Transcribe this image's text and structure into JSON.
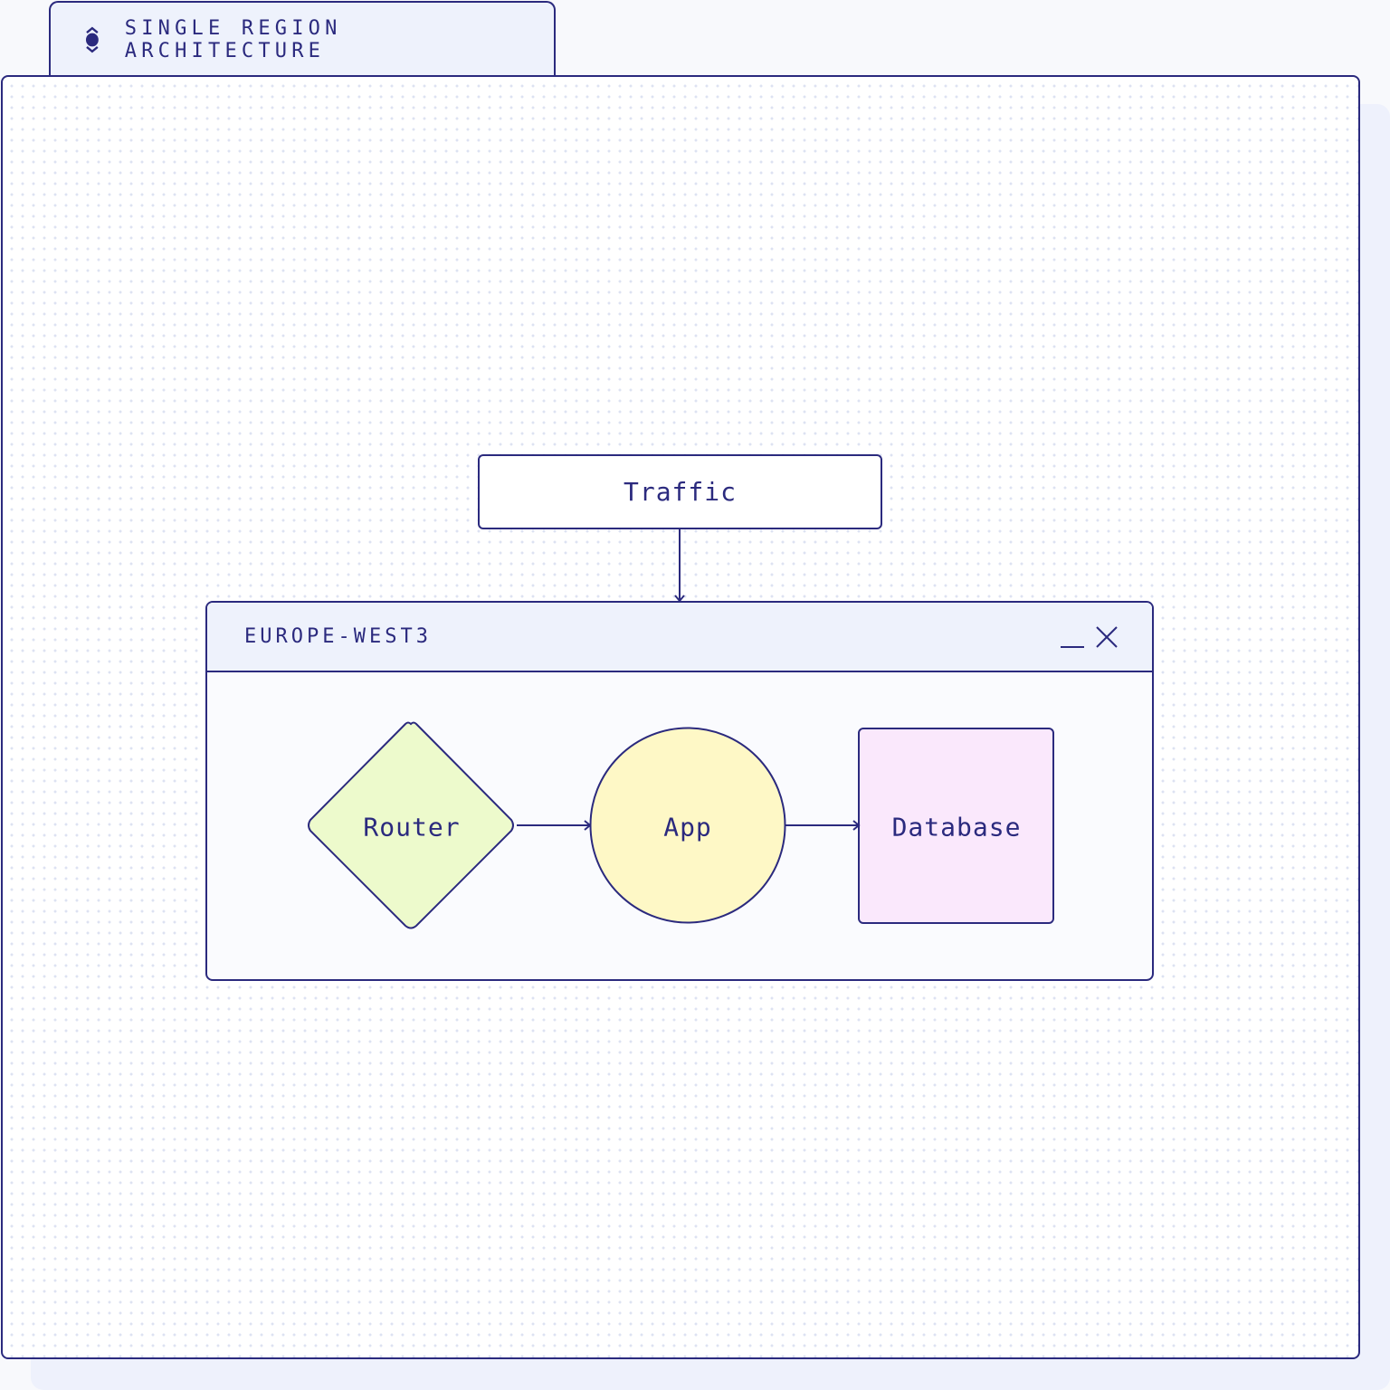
{
  "window": {
    "tab_title": "SINGLE REGION ARCHITECTURE",
    "tab_icon": "expand-vertical-icon"
  },
  "diagram": {
    "nodes": {
      "traffic": {
        "label": "Traffic",
        "shape": "rectangle",
        "fill": "#ffffff"
      },
      "router": {
        "label": "Router",
        "shape": "diamond",
        "fill": "#edfacc"
      },
      "app": {
        "label": "App",
        "shape": "circle",
        "fill": "#fef8c6"
      },
      "database": {
        "label": "Database",
        "shape": "rectangle",
        "fill": "#fae8fc"
      }
    },
    "group": {
      "title": "EUROPE-WEST3",
      "controls": {
        "minimize": "minimize-icon",
        "close": "close-icon"
      }
    },
    "edges": [
      {
        "from": "Traffic",
        "to": "EUROPE-WEST3"
      },
      {
        "from": "Router",
        "to": "App"
      },
      {
        "from": "App",
        "to": "Database"
      }
    ]
  },
  "colors": {
    "stroke": "#2b2a7e",
    "background": "#f8f9fc",
    "header_fill": "#eef2fc"
  }
}
